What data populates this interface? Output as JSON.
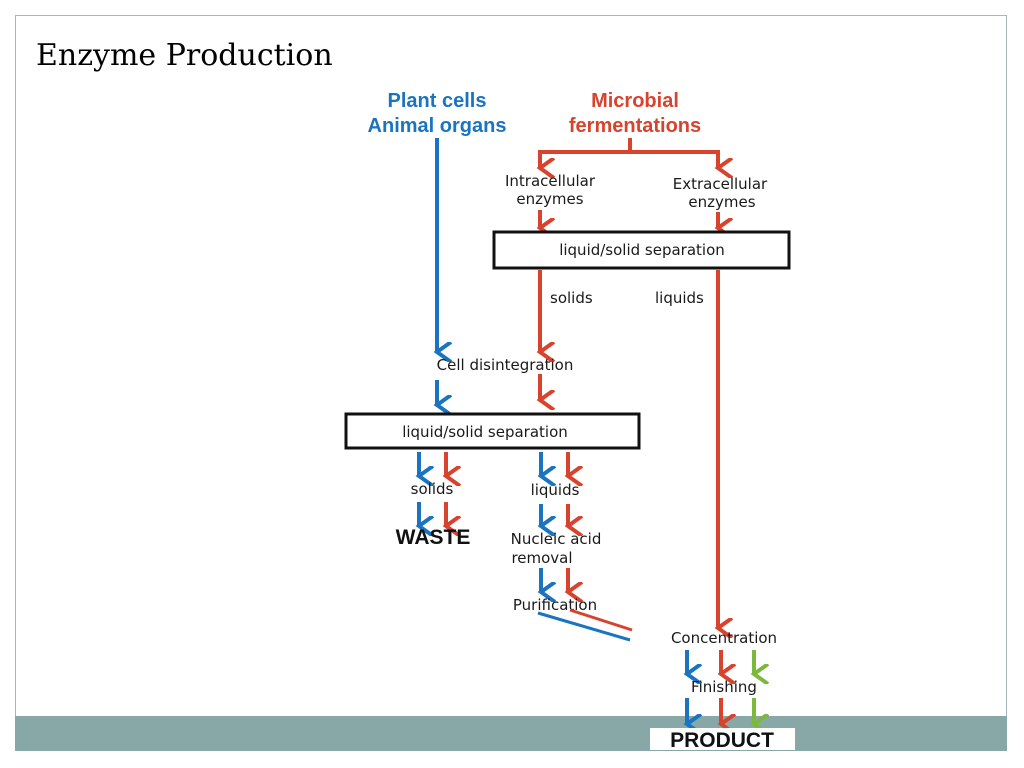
{
  "slide": {
    "title": "Enzyme Production"
  },
  "diagram": {
    "sources": {
      "plant_line1": "Plant cells",
      "plant_line2": "Animal organs",
      "microbial_line1": "Microbial",
      "microbial_line2": "fermentations"
    },
    "intracellular_line1": "Intracellular",
    "intracellular_line2": "enzymes",
    "extracellular_line1": "Extracellular",
    "extracellular_line2": "enzymes",
    "separation_top": "liquid/solid separation",
    "solids_top": "solids",
    "liquids_top": "liquids",
    "cell_disintegration": "Cell disintegration",
    "separation_mid": "liquid/solid separation",
    "solids_mid": "solids",
    "liquids_mid": "liquids",
    "waste": "WASTE",
    "nucleic_line1": "Nucleic acid",
    "nucleic_line2": "removal",
    "purification": "Purification",
    "concentration": "Concentration",
    "finishing": "Finishing",
    "product": "PRODUCT"
  },
  "colors": {
    "plant_blue": "#1a74c0",
    "microbial_red": "#d8432e",
    "green": "#7cb83c",
    "footer_band": "#88a8a8"
  }
}
